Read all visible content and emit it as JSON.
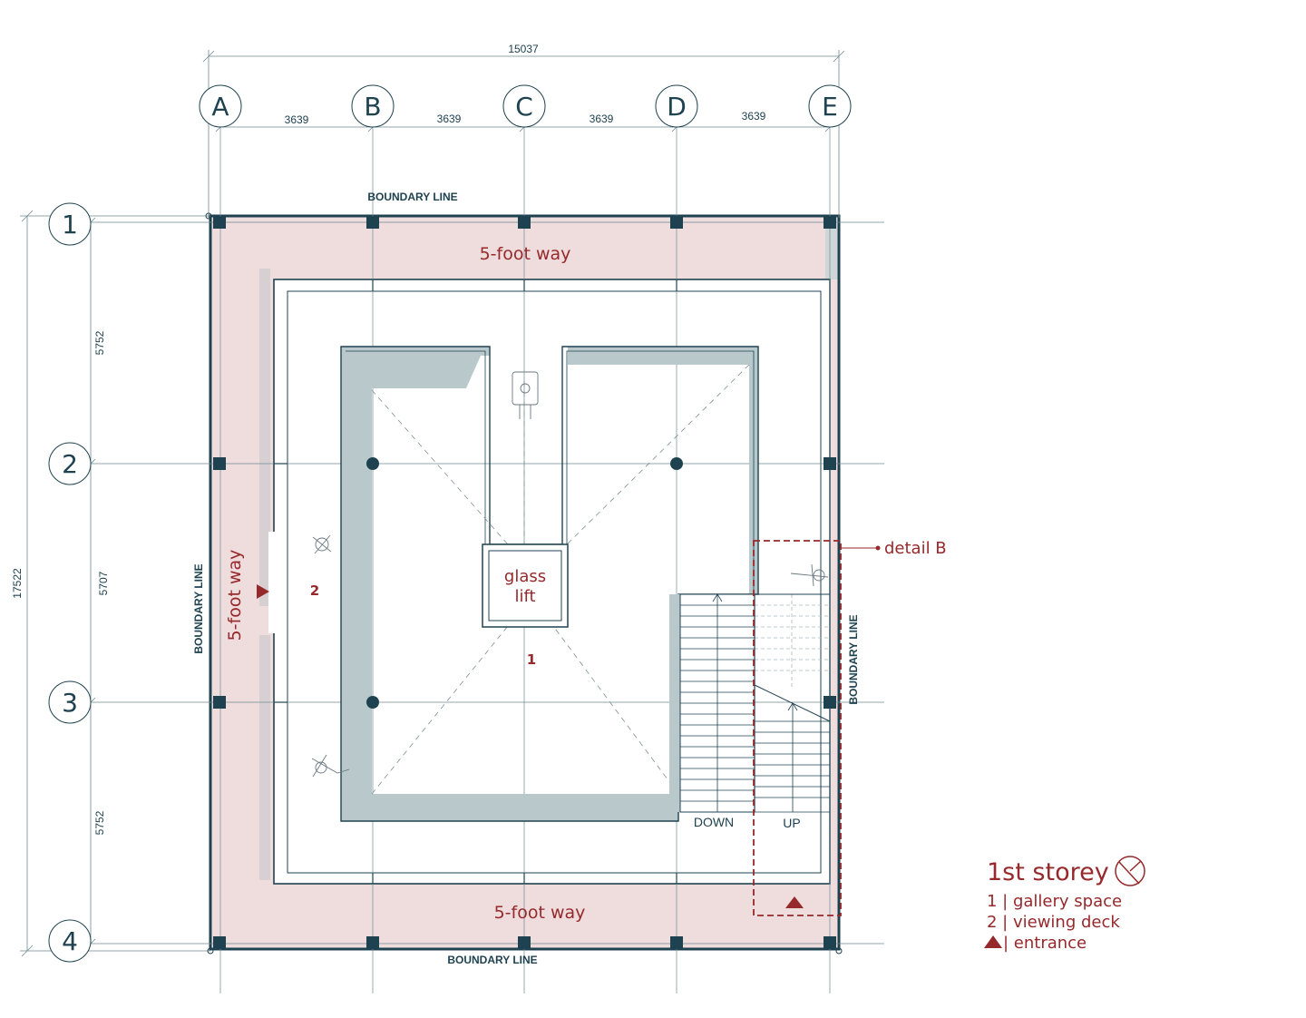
{
  "overall_dims": {
    "width": "15037",
    "height": "17522"
  },
  "grid_columns": [
    {
      "label": "A"
    },
    {
      "label": "B"
    },
    {
      "label": "C"
    },
    {
      "label": "D"
    },
    {
      "label": "E"
    }
  ],
  "grid_rows": [
    {
      "label": "1"
    },
    {
      "label": "2"
    },
    {
      "label": "3"
    },
    {
      "label": "4"
    }
  ],
  "col_spacings": [
    "3639",
    "3639",
    "3639",
    "3639"
  ],
  "row_spacings": [
    "5752",
    "5707",
    "5752"
  ],
  "boundary_labels": {
    "top": "BOUNDARY LINE",
    "left": "BOUNDARY LINE",
    "right": "BOUNDARY LINE",
    "bottom": "BOUNDARY LINE"
  },
  "rooms": {
    "five_foot_way_top": "5-foot way",
    "five_foot_way_left": "5-foot way",
    "five_foot_way_bottom": "5-foot way",
    "lift_line1": "glass",
    "lift_line2": "lift",
    "space_1": "1",
    "space_2": "2"
  },
  "stairs": {
    "down": "DOWN",
    "up": "UP"
  },
  "callout": "detail B",
  "legend": {
    "title": "1st storey",
    "items": [
      {
        "text": "1 | gallery space"
      },
      {
        "text": "2 | viewing deck"
      },
      {
        "text": "| entrance"
      }
    ]
  },
  "colors": {
    "ink": "#1f4250",
    "accent": "#96292b",
    "five_foot_way_fill": "#efdcdc",
    "shadow_fill": "#b8c8cb"
  }
}
